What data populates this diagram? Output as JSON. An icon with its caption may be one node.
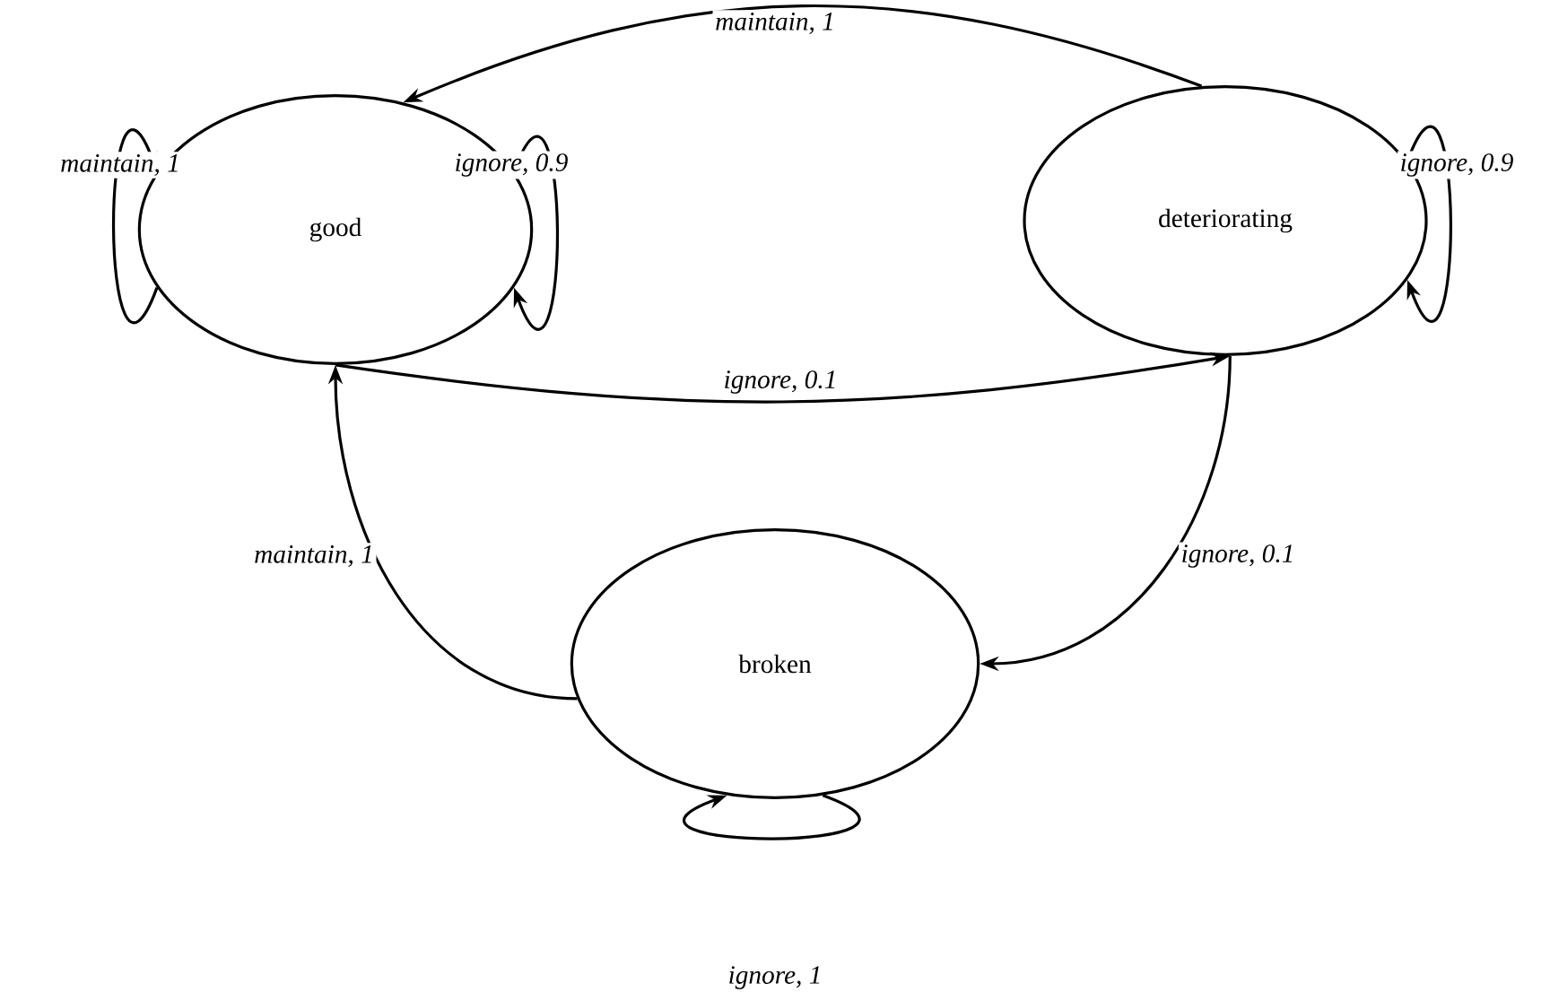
{
  "diagram": {
    "nodes": [
      {
        "text": [
          "good"
        ]
      },
      {
        "text": [
          "deteriorating"
        ]
      },
      {
        "text": [
          "broken"
        ]
      }
    ],
    "edges": [
      {
        "from": 0,
        "to": 0,
        "arrow": "to",
        "label": "maintain, 1"
      },
      {
        "from": 0,
        "to": 0,
        "arrow": "to",
        "label": "ignore, 0.9"
      },
      {
        "from": 1,
        "to": 0,
        "arrow": "to",
        "label": "maintain, 1"
      },
      {
        "from": 1,
        "to": 1,
        "arrow": "to",
        "label": "ignore, 0.9"
      },
      {
        "from": 0,
        "to": 1,
        "arrow": "to",
        "label": "ignore, 0.1"
      },
      {
        "from": 2,
        "to": 0,
        "arrow": "to",
        "label": "maintain, 1"
      },
      {
        "from": 1,
        "to": 2,
        "arrow": "to",
        "label": "ignore, 0.1"
      },
      {
        "from": 2,
        "to": 2,
        "arrow": "to",
        "label": "ignore, 1"
      }
    ]
  }
}
